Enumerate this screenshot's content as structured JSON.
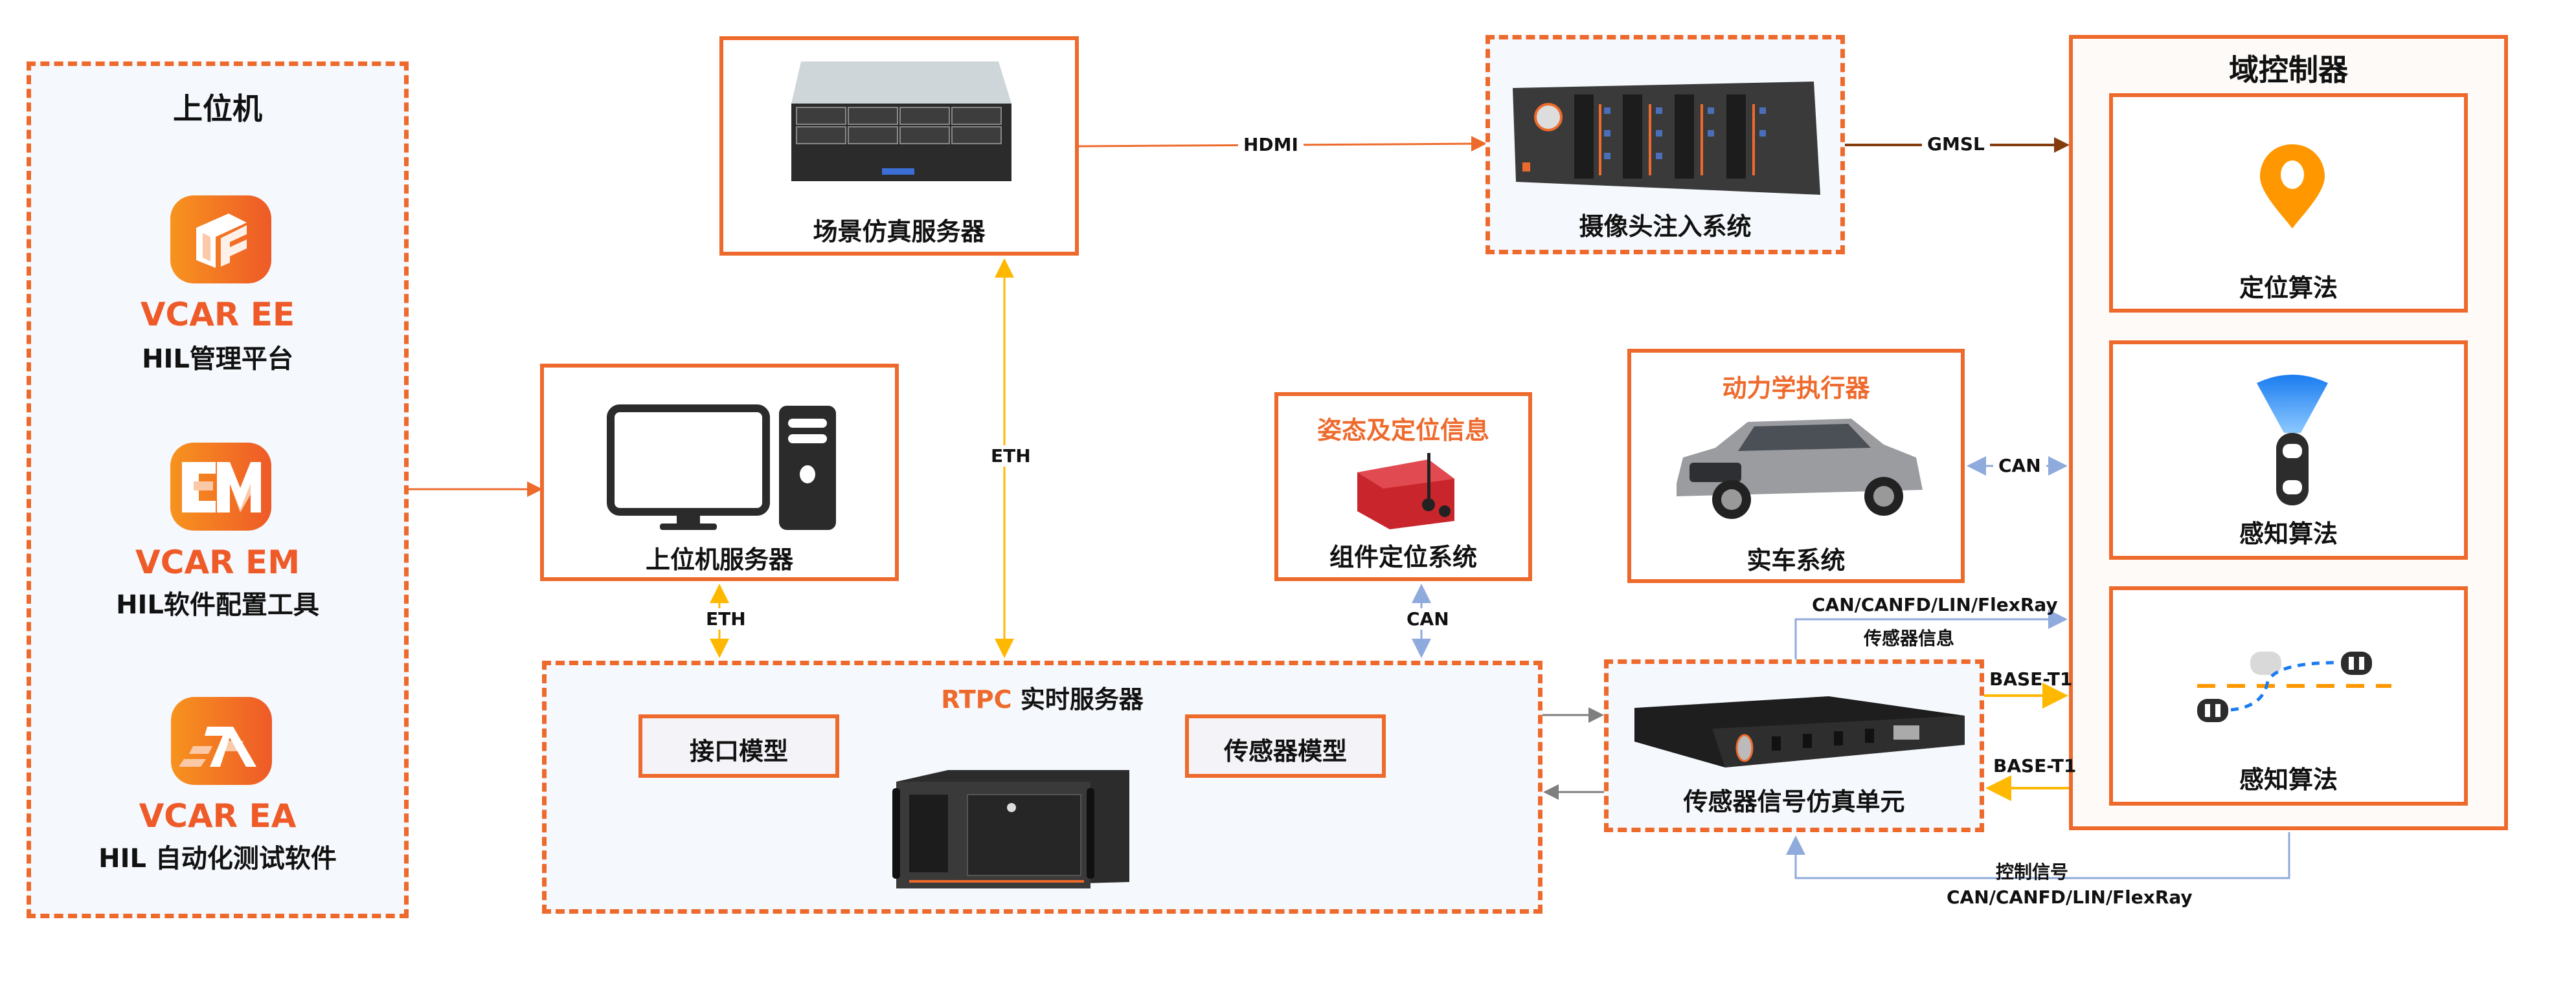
{
  "colors": {
    "accent": "#EE6A2C",
    "panel_bg": "#F5F8FC",
    "eth_arrow": "#FFB800",
    "can_arrow": "#8FAADC",
    "gmsl_arrow": "#843C0C",
    "hdmi_arrow": "#EE6A2C",
    "internal_arrow": "#7F7F7F"
  },
  "host_panel": {
    "title": "上位机",
    "apps": [
      {
        "icon": "vcar-ee-logo-icon",
        "name": "VCAR EE",
        "desc": "HIL管理平台"
      },
      {
        "icon": "vcar-em-logo-icon",
        "name": "VCAR EM",
        "desc": "HIL软件配置工具"
      },
      {
        "icon": "vcar-ea-logo-icon",
        "name": "VCAR EA",
        "desc": "HIL 自动化测试软件"
      }
    ]
  },
  "scene_server": {
    "label": "场景仿真服务器"
  },
  "camera_injection": {
    "label": "摄像头注入系统"
  },
  "host_server": {
    "label": "上位机服务器"
  },
  "pose_system": {
    "title": "姿态及定位信息",
    "label": "组件定位系统"
  },
  "vehicle": {
    "title": "动力学执行器",
    "label": "实车系统"
  },
  "rtpc": {
    "title_accent": "RTPC",
    "title_rest": " 实时服务器",
    "modules": [
      "接口模型",
      "传感器模型"
    ]
  },
  "sensor_unit": {
    "label": "传感器信号仿真单元"
  },
  "domain_controller": {
    "title": "域控制器",
    "algorithms": [
      {
        "icon": "location-pin-icon",
        "label": "定位算法"
      },
      {
        "icon": "perception-radar-icon",
        "label": "感知算法"
      },
      {
        "icon": "lane-change-icon",
        "label": "感知算法"
      }
    ]
  },
  "connections": {
    "hdmi": "HDMI",
    "gmsl": "GMSL",
    "eth_scene": "ETH",
    "eth_host": "ETH",
    "can_pose": "CAN",
    "can_vehicle": "CAN",
    "sensor_info_bus": "CAN/CANFD/LIN/FlexRay",
    "sensor_info_label": "传感器信息",
    "base_t1_out": "BASE-T1",
    "base_t1_in": "BASE-T1",
    "control_label": "控制信号",
    "control_bus": "CAN/CANFD/LIN/FlexRay"
  }
}
